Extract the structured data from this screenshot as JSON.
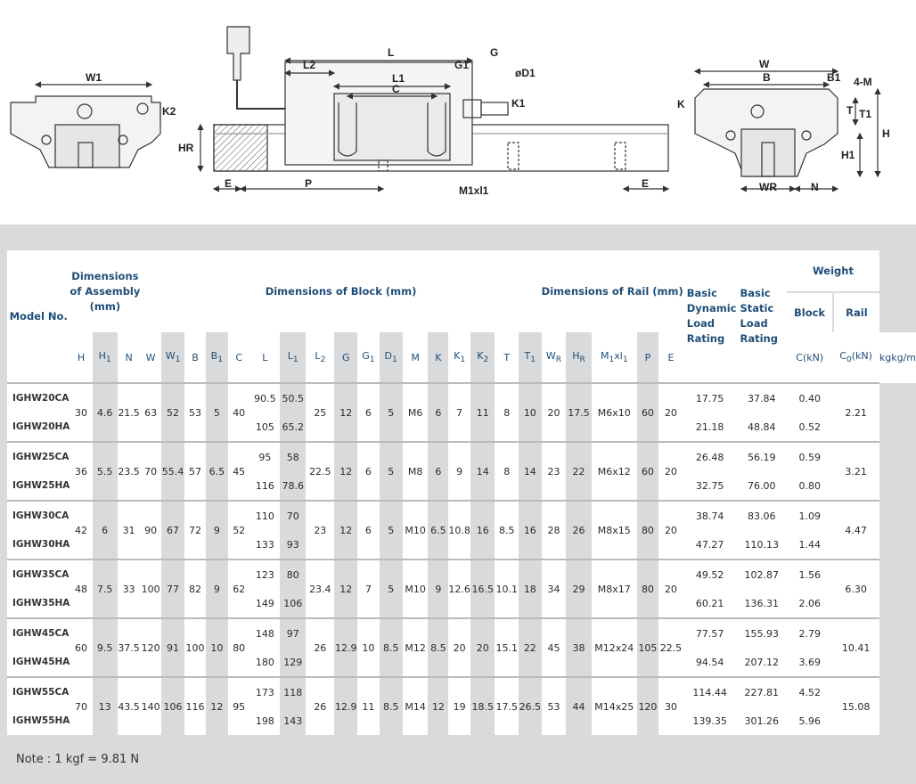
{
  "drawing_labels": {
    "W1": "W1",
    "K2": "K2",
    "L": "L",
    "L2": "L2",
    "G1": "G1",
    "G": "G",
    "L1": "L1",
    "C": "C",
    "phiD1": "øD1",
    "K1": "K1",
    "HR": "HR",
    "E": "E",
    "P": "P",
    "M1xl1": "M1xl1",
    "W": "W",
    "B": "B",
    "B1": "B1",
    "fourM": "4-M",
    "K": "K",
    "T": "T",
    "T1": "T1",
    "H": "H",
    "H1": "H1",
    "WR": "WR",
    "N": "N"
  },
  "table": {
    "groups": {
      "model": "Model No.",
      "assembly": "Dimensions\nof Assembly\n(mm)",
      "block": "Dimensions of Block (mm)",
      "rail": "Dimensions of Rail (mm)",
      "dynamic": "Basic\nDynamic\nLoad\nRating",
      "static": "Basic\nStatic\nLoad\nRating",
      "weight": "Weight",
      "weight_block": "Block",
      "weight_rail": "Rail"
    },
    "columns": [
      "H",
      "H1",
      "N",
      "W",
      "W1",
      "B",
      "B1",
      "C",
      "L",
      "L1",
      "L2",
      "G",
      "G1",
      "D1",
      "M",
      "K",
      "K1",
      "K2",
      "T",
      "T1",
      "WR",
      "HR",
      "M1xl1",
      "P",
      "E",
      "C(kN)",
      "C0(kN)",
      "kg",
      "kg/m"
    ],
    "groups_data": [
      {
        "models": [
          "IGHW20CA",
          "IGHW20HA"
        ],
        "H": "30",
        "H1": "4.6",
        "N": "21.5",
        "W": "63",
        "W1": "52",
        "B": "53",
        "B1": "5",
        "C": "40",
        "L": [
          "90.5",
          "105"
        ],
        "L1": [
          "50.5",
          "65.2"
        ],
        "L2": "25",
        "G": "12",
        "G1": "6",
        "D1": "5",
        "M": "M6",
        "K": "6",
        "K1": "7",
        "K2": "11",
        "T": "8",
        "T1": "10",
        "WR": "20",
        "HR": "17.5",
        "M1xl1": "M6x10",
        "P": "60",
        "E": "20",
        "Cdyn": [
          "17.75",
          "21.18"
        ],
        "Cstat": [
          "37.84",
          "48.84"
        ],
        "kg": [
          "0.40",
          "0.52"
        ],
        "rail": "2.21"
      },
      {
        "models": [
          "IGHW25CA",
          "IGHW25HA"
        ],
        "H": "36",
        "H1": "5.5",
        "N": "23.5",
        "W": "70",
        "W1": "55.4",
        "B": "57",
        "B1": "6.5",
        "C": "45",
        "L": [
          "95",
          "116"
        ],
        "L1": [
          "58",
          "78.6"
        ],
        "L2": "22.5",
        "G": "12",
        "G1": "6",
        "D1": "5",
        "M": "M8",
        "K": "6",
        "K1": "9",
        "K2": "14",
        "T": "8",
        "T1": "14",
        "WR": "23",
        "HR": "22",
        "M1xl1": "M6x12",
        "P": "60",
        "E": "20",
        "Cdyn": [
          "26.48",
          "32.75"
        ],
        "Cstat": [
          "56.19",
          "76.00"
        ],
        "kg": [
          "0.59",
          "0.80"
        ],
        "rail": "3.21"
      },
      {
        "models": [
          "IGHW30CA",
          "IGHW30HA"
        ],
        "H": "42",
        "H1": "6",
        "N": "31",
        "W": "90",
        "W1": "67",
        "B": "72",
        "B1": "9",
        "C": "52",
        "L": [
          "110",
          "133"
        ],
        "L1": [
          "70",
          "93"
        ],
        "L2": "23",
        "G": "12",
        "G1": "6",
        "D1": "5",
        "M": "M10",
        "K": "6.5",
        "K1": "10.8",
        "K2": "16",
        "T": "8.5",
        "T1": "16",
        "WR": "28",
        "HR": "26",
        "M1xl1": "M8x15",
        "P": "80",
        "E": "20",
        "Cdyn": [
          "38.74",
          "47.27"
        ],
        "Cstat": [
          "83.06",
          "110.13"
        ],
        "kg": [
          "1.09",
          "1.44"
        ],
        "rail": "4.47"
      },
      {
        "models": [
          "IGHW35CA",
          "IGHW35HA"
        ],
        "H": "48",
        "H1": "7.5",
        "N": "33",
        "W": "100",
        "W1": "77",
        "B": "82",
        "B1": "9",
        "C": "62",
        "L": [
          "123",
          "149"
        ],
        "L1": [
          "80",
          "106"
        ],
        "L2": "23.4",
        "G": "12",
        "G1": "7",
        "D1": "5",
        "M": "M10",
        "K": "9",
        "K1": "12.6",
        "K2": "16.5",
        "T": "10.1",
        "T1": "18",
        "WR": "34",
        "HR": "29",
        "M1xl1": "M8x17",
        "P": "80",
        "E": "20",
        "Cdyn": [
          "49.52",
          "60.21"
        ],
        "Cstat": [
          "102.87",
          "136.31"
        ],
        "kg": [
          "1.56",
          "2.06"
        ],
        "rail": "6.30"
      },
      {
        "models": [
          "IGHW45CA",
          "IGHW45HA"
        ],
        "H": "60",
        "H1": "9.5",
        "N": "37.5",
        "W": "120",
        "W1": "91",
        "B": "100",
        "B1": "10",
        "C": "80",
        "L": [
          "148",
          "180"
        ],
        "L1": [
          "97",
          "129"
        ],
        "L2": "26",
        "G": "12.9",
        "G1": "10",
        "D1": "8.5",
        "M": "M12",
        "K": "8.5",
        "K1": "20",
        "K2": "20",
        "T": "15.1",
        "T1": "22",
        "WR": "45",
        "HR": "38",
        "M1xl1": "M12x24",
        "P": "105",
        "E": "22.5",
        "Cdyn": [
          "77.57",
          "94.54"
        ],
        "Cstat": [
          "155.93",
          "207.12"
        ],
        "kg": [
          "2.79",
          "3.69"
        ],
        "rail": "10.41"
      },
      {
        "models": [
          "IGHW55CA",
          "IGHW55HA"
        ],
        "H": "70",
        "H1": "13",
        "N": "43.5",
        "W": "140",
        "W1": "106",
        "B": "116",
        "B1": "12",
        "C": "95",
        "L": [
          "173",
          "198"
        ],
        "L1": [
          "118",
          "143"
        ],
        "L2": "26",
        "G": "12.9",
        "G1": "11",
        "D1": "8.5",
        "M": "M14",
        "K": "12",
        "K1": "19",
        "K2": "18.5",
        "T": "17.5",
        "T1": "26.5",
        "WR": "53",
        "HR": "44",
        "M1xl1": "M14x25",
        "P": "120",
        "E": "30",
        "Cdyn": [
          "114.44",
          "139.35"
        ],
        "Cstat": [
          "227.81",
          "301.26"
        ],
        "kg": [
          "4.52",
          "5.96"
        ],
        "rail": "15.08"
      }
    ]
  },
  "note": "Note : 1 kgf = 9.81 N"
}
